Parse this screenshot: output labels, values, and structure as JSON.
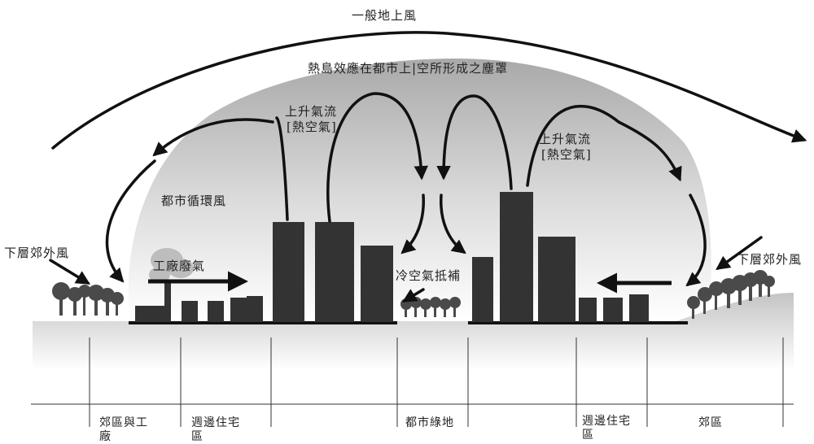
{
  "labels": {
    "general_wind": "一般地上風",
    "dust_dome": "熱島效應在都市上|空所形成之塵罩",
    "rising_left_1": "上升氣流",
    "rising_left_2": "[熱空氣]",
    "rising_right_1": "上升氣流",
    "rising_right_2": "[熱空氣]",
    "circulation": "都市循環風",
    "lower_wind_left": "下層郊外風",
    "lower_wind_right": "下層郊外風",
    "factory_exhaust": "工廠廢氣",
    "cold_air": "冷空氣抵補"
  },
  "zones": {
    "z1_line1": "郊區與工",
    "z1_line2": "廠",
    "z2_line1": "週邊住宅",
    "z2_line2": "區",
    "z3": "都市綠地",
    "z4_line1": "週邊住宅",
    "z4_line2": "區",
    "z5": "郊區"
  },
  "colors": {
    "building": "#333333",
    "arrow": "#111111",
    "ground_top": "#c8c8c8",
    "ground_bottom": "#ffffff",
    "dome_top": "#a8a8a8",
    "dome_bottom": "#ffffff",
    "tree": "#4a4a4a"
  }
}
